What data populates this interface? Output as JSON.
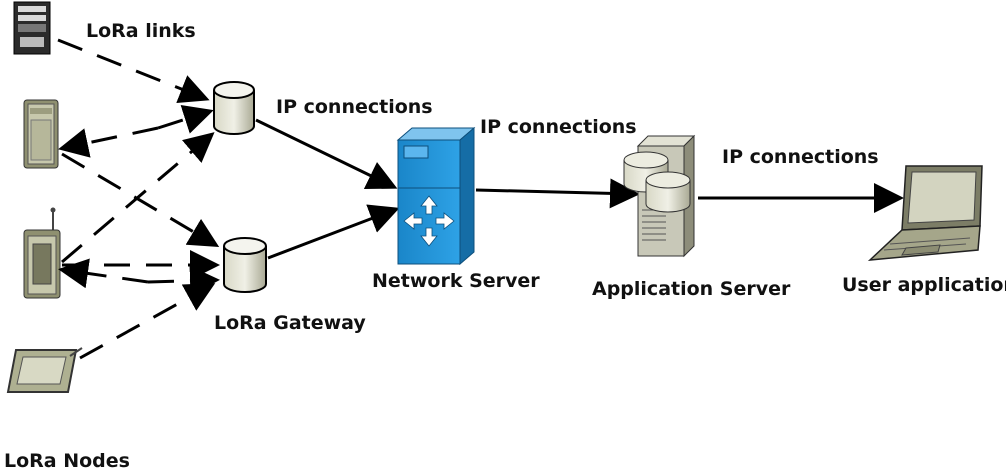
{
  "labels": {
    "lora_links": "LoRa links",
    "ip_connections_1": "IP connections",
    "ip_connections_2": "IP connections",
    "ip_connections_3": "IP connections",
    "network_server": "Network Server",
    "application_server": "Application Server",
    "user_application": "User application",
    "lora_gateway": "LoRa Gateway",
    "lora_nodes": "LoRa Nodes"
  },
  "colors": {
    "line": "#000000",
    "network_server_blue": "#1e90d6",
    "server_gray": "#c8c8b8",
    "device_olive": "#b6b79a"
  },
  "icons": [
    "server-tower-icon",
    "sensor-node-icon",
    "radio-node-icon",
    "tablet-node-icon",
    "gateway-cylinder-icon",
    "router-switch-icon",
    "database-server-icon",
    "laptop-icon"
  ]
}
